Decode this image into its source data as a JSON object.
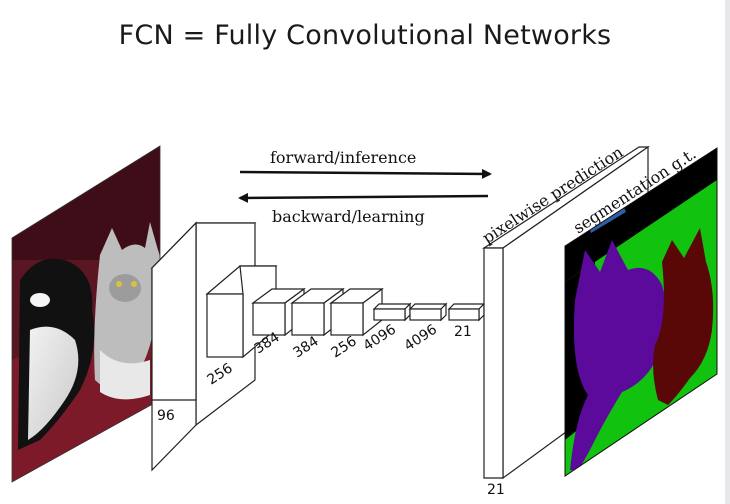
{
  "title": "FCN = Fully Convolutional Networks",
  "arrows": {
    "forward_label": "forward/inference",
    "backward_label": "backward/learning"
  },
  "layers": {
    "input_size": "96",
    "l1": "256",
    "l2": "384",
    "l3": "384",
    "l4": "256",
    "l5": "4096",
    "l6": "4096",
    "l7": "21",
    "output_size": "21"
  },
  "outputs": {
    "prediction_label": "pixelwise prediction",
    "gt_label": "segmentation g.t."
  },
  "colors": {
    "gt_background": "#11c20f",
    "gt_dog": "#5c0a9c",
    "gt_cat": "#5a0707",
    "gt_void": "#000000",
    "gt_object": "#2f5ea6"
  }
}
